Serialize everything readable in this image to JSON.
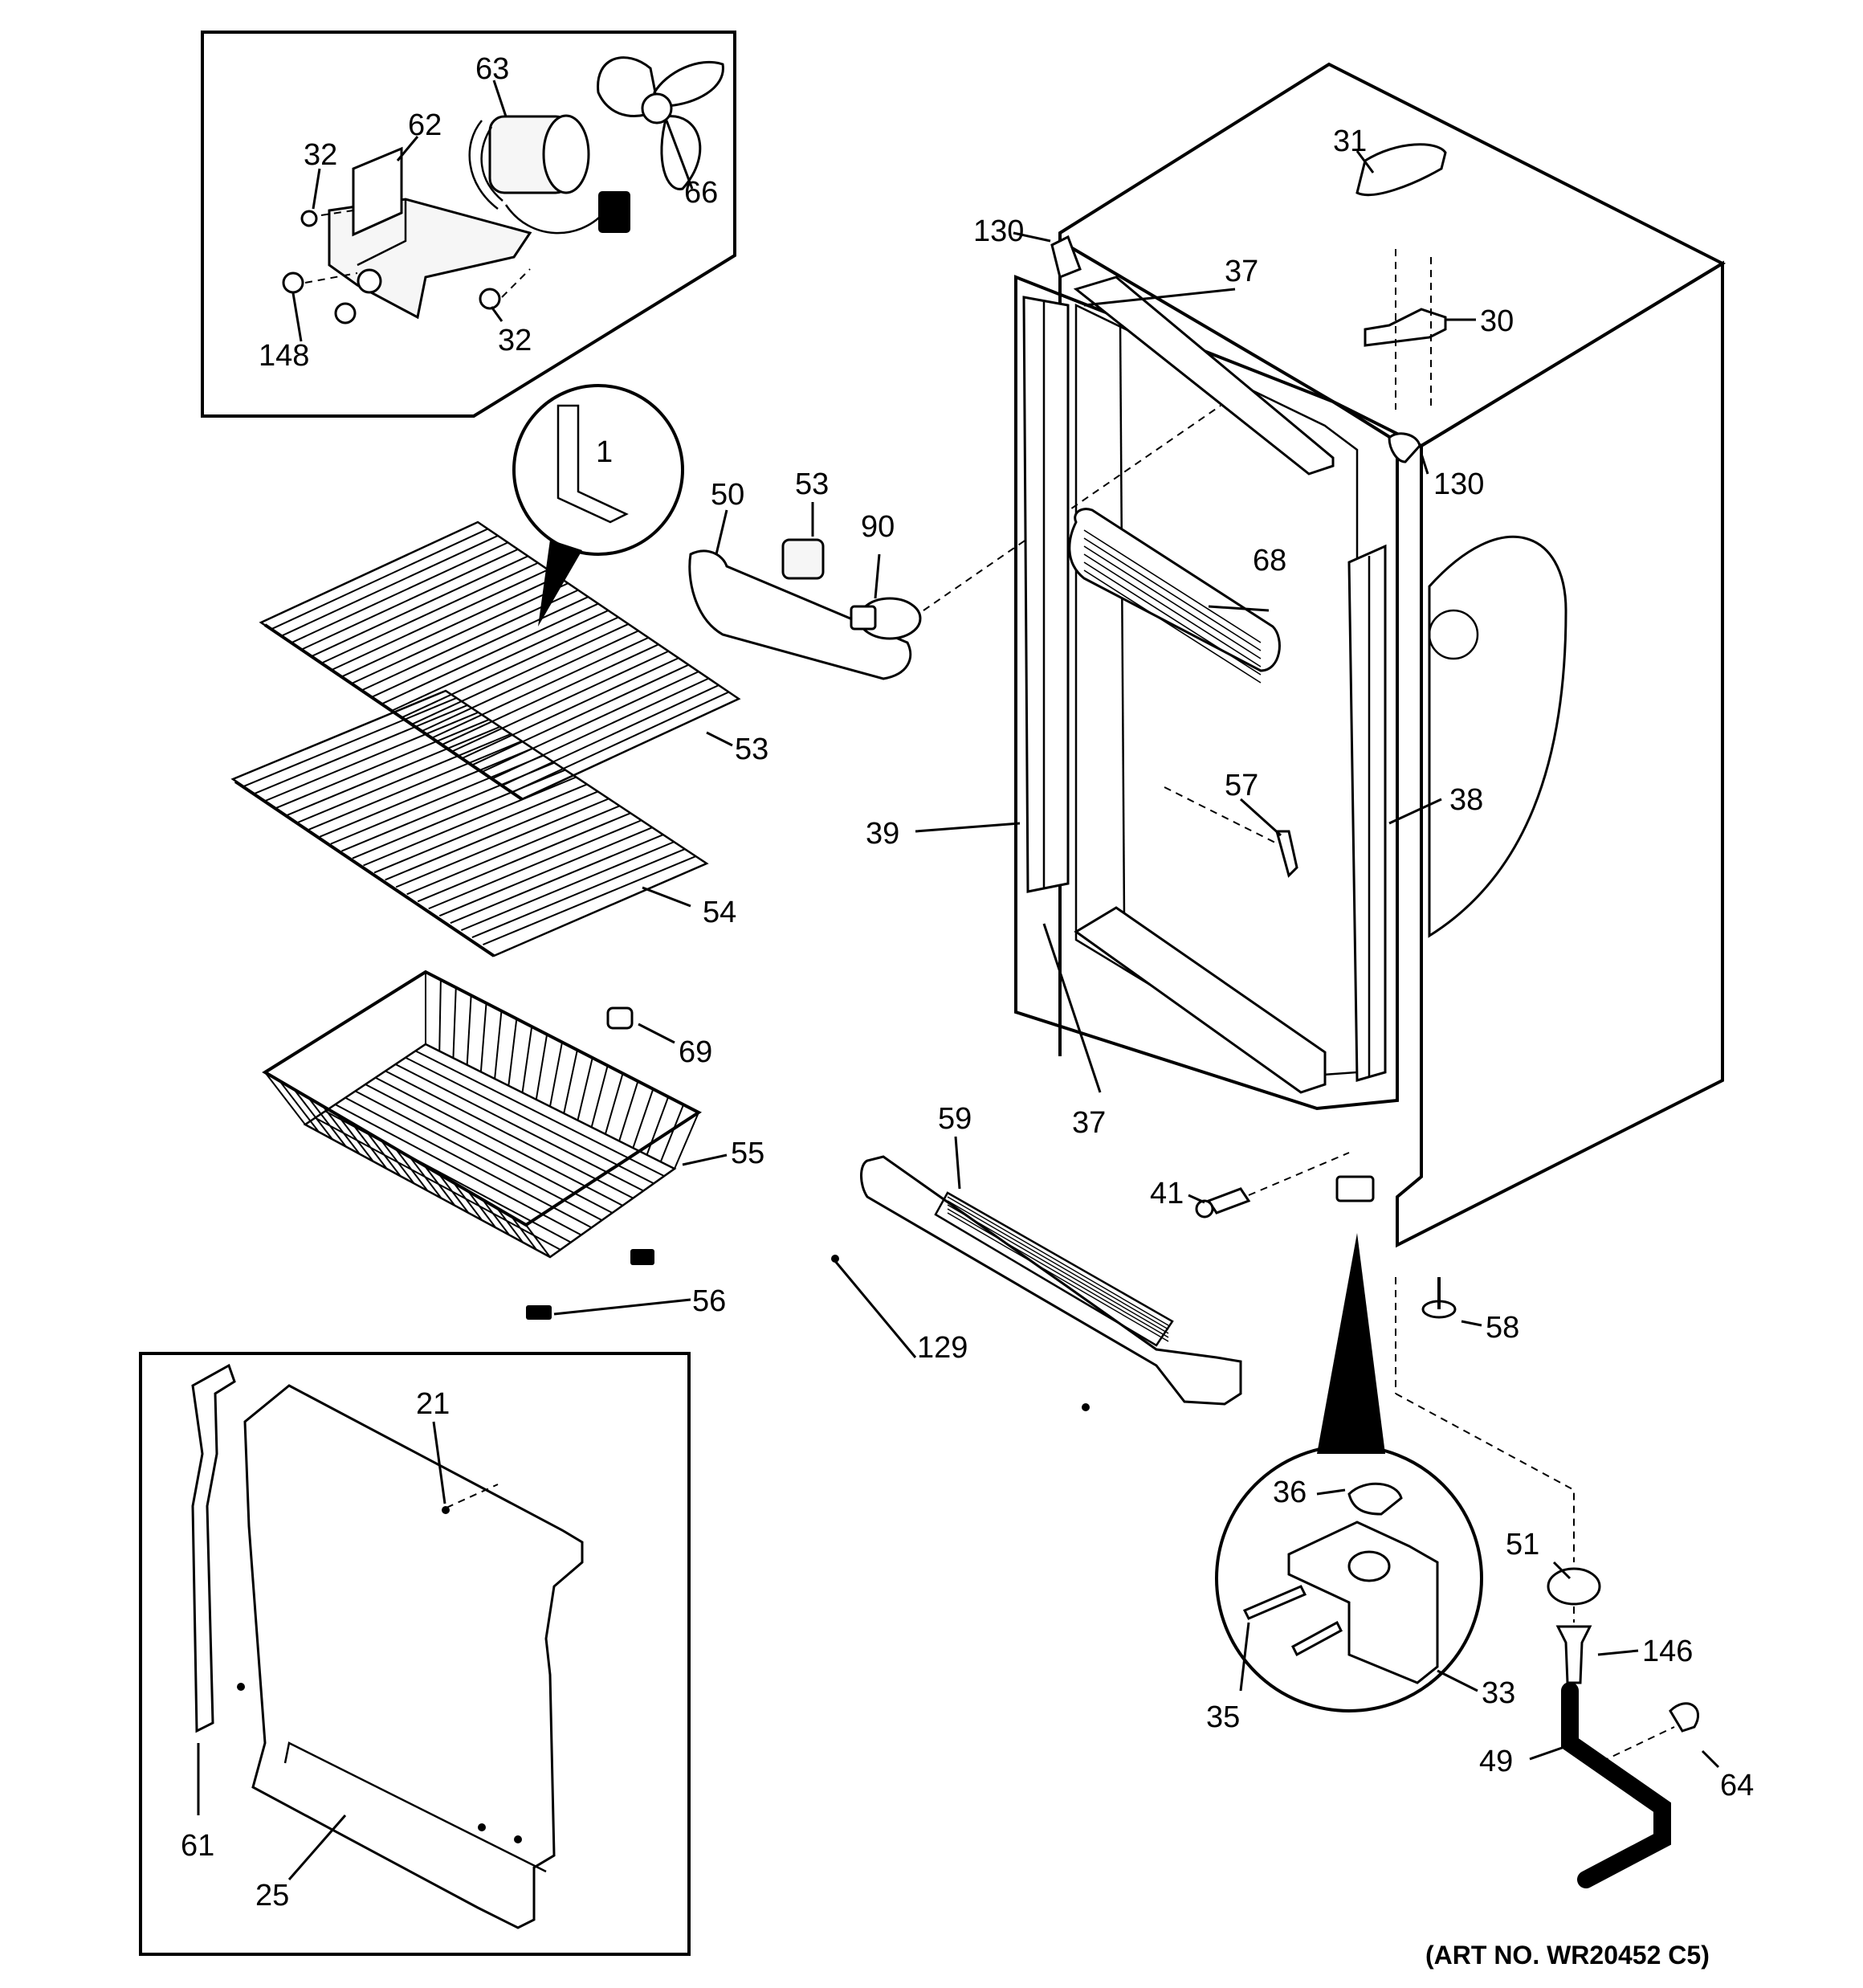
{
  "diagram": {
    "art_number": "(ART NO. WR20452 C5)",
    "callouts": {
      "c1": "1",
      "c21": "21",
      "c25": "25",
      "c30": "30",
      "c31": "31",
      "c32a": "32",
      "c32b": "32",
      "c33": "33",
      "c35": "35",
      "c36": "36",
      "c37a": "37",
      "c37b": "37",
      "c38": "38",
      "c39": "39",
      "c41": "41",
      "c49": "49",
      "c50": "50",
      "c51": "51",
      "c53a": "53",
      "c53b": "53",
      "c54": "54",
      "c55": "55",
      "c56": "56",
      "c57": "57",
      "c58": "58",
      "c59": "59",
      "c61": "61",
      "c62": "62",
      "c63": "63",
      "c64": "64",
      "c66": "66",
      "c68": "68",
      "c69": "69",
      "c90": "90",
      "c129": "129",
      "c130a": "130",
      "c130b": "130",
      "c146": "146",
      "c148": "148"
    }
  }
}
